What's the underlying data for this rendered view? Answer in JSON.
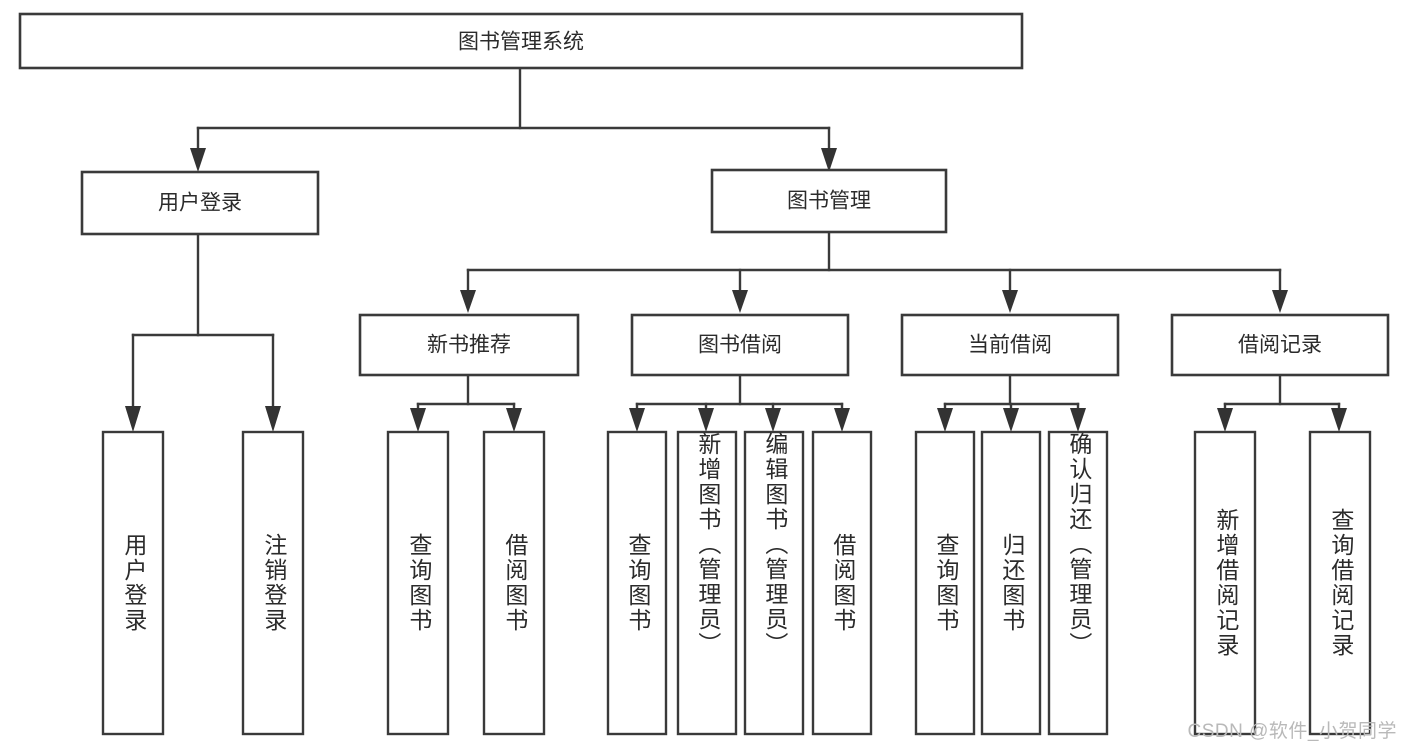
{
  "diagram": {
    "type": "tree-hierarchy",
    "title": "图书管理系统",
    "root": {
      "id": "root",
      "label": "图书管理系统",
      "level": 1,
      "orientation": "horizontal"
    },
    "level2": [
      {
        "id": "user-login",
        "label": "用户登录",
        "orientation": "horizontal"
      },
      {
        "id": "book-management",
        "label": "图书管理",
        "orientation": "horizontal"
      }
    ],
    "level3": [
      {
        "id": "new-book-recommend",
        "label": "新书推荐",
        "parent": "book-management",
        "orientation": "horizontal"
      },
      {
        "id": "book-borrow",
        "label": "图书借阅",
        "parent": "book-management",
        "orientation": "horizontal"
      },
      {
        "id": "current-borrow",
        "label": "当前借阅",
        "parent": "book-management",
        "orientation": "horizontal"
      },
      {
        "id": "borrow-record",
        "label": "借阅记录",
        "parent": "book-management",
        "orientation": "horizontal"
      }
    ],
    "leaves": [
      {
        "id": "leaf-user-login",
        "label": "用户登录",
        "parent": "user-login",
        "orientation": "vertical"
      },
      {
        "id": "leaf-logout",
        "label": "注销登录",
        "parent": "user-login",
        "orientation": "vertical"
      },
      {
        "id": "leaf-query-book-1",
        "label": "查询图书",
        "parent": "new-book-recommend",
        "orientation": "vertical"
      },
      {
        "id": "leaf-borrow-book-1",
        "label": "借阅图书",
        "parent": "new-book-recommend",
        "orientation": "vertical"
      },
      {
        "id": "leaf-query-book-2",
        "label": "查询图书",
        "parent": "book-borrow",
        "orientation": "vertical"
      },
      {
        "id": "leaf-add-book",
        "label": "新增图书（管理员）",
        "parent": "book-borrow",
        "orientation": "vertical"
      },
      {
        "id": "leaf-edit-book",
        "label": "编辑图书（管理员）",
        "parent": "book-borrow",
        "orientation": "vertical"
      },
      {
        "id": "leaf-borrow-book-2",
        "label": "借阅图书",
        "parent": "book-borrow",
        "orientation": "vertical"
      },
      {
        "id": "leaf-query-book-3",
        "label": "查询图书",
        "parent": "current-borrow",
        "orientation": "vertical"
      },
      {
        "id": "leaf-return-book",
        "label": "归还图书",
        "parent": "current-borrow",
        "orientation": "vertical"
      },
      {
        "id": "leaf-confirm-return",
        "label": "确认归还（管理员）",
        "parent": "current-borrow",
        "orientation": "vertical"
      },
      {
        "id": "leaf-add-record",
        "label": "新增借阅记录",
        "parent": "borrow-record",
        "orientation": "vertical"
      },
      {
        "id": "leaf-query-record",
        "label": "查询借阅记录",
        "parent": "borrow-record",
        "orientation": "vertical"
      }
    ],
    "colors": {
      "background": "#ffffff",
      "box_fill": "#ffffff",
      "box_stroke": "#3a3a3a",
      "connector": "#3a3a3a",
      "text": "#2b2b2b",
      "watermark": "#b9b9b9"
    }
  },
  "watermark": {
    "text": "CSDN @软件_小贺同学"
  }
}
